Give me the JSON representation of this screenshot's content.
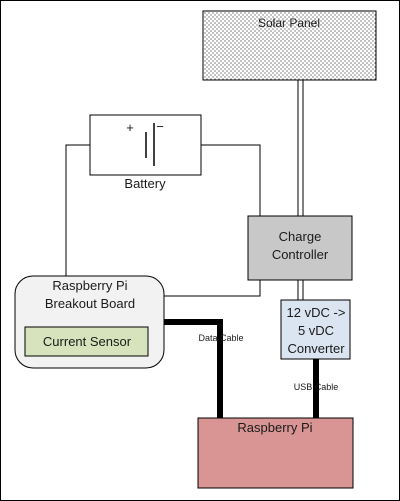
{
  "solar_panel": {
    "label": "Solar Panel"
  },
  "battery": {
    "label": "Battery",
    "plus": "+",
    "minus": "−"
  },
  "charge_controller": {
    "line1": "Charge",
    "line2": "Controller"
  },
  "breakout_board": {
    "line1": "Raspberry Pi",
    "line2": "Breakout Board"
  },
  "current_sensor": {
    "label": "Current Sensor"
  },
  "converter": {
    "line1": "12 vDC ->",
    "line2": "5 vDC",
    "line3": "Converter"
  },
  "raspberry_pi": {
    "label": "Raspberry Pi"
  },
  "data_cable": {
    "label": "Data Cable"
  },
  "usb_cable": {
    "label": "USB Cable"
  },
  "colors": {
    "charge_controller_fill": "#c8c8c8",
    "breakout_board_fill": "#f2f2f2",
    "current_sensor_fill": "#d6e3bc",
    "converter_fill": "#dbe5f1",
    "raspberry_pi_fill": "#d99594",
    "outline": "#000000"
  }
}
